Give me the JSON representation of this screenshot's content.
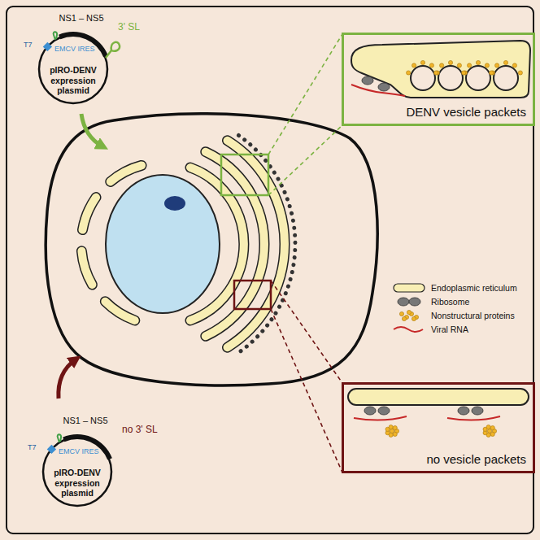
{
  "diagram": {
    "nodes": [
      {
        "text": [
          "NS1 – NS5",
          "3' SL",
          "EMCV IRES",
          "T7",
          "pIRO-DENV expression plasmid"
        ]
      },
      {
        "text": [
          "DENV vesicle packets"
        ]
      },
      {
        "text": [
          "no vesicle packets"
        ]
      },
      {
        "text": [
          "NS1 – NS5",
          "no 3' SL",
          "EMCV IRES",
          "T7",
          "pIRO-DENV expression plasmid"
        ]
      }
    ],
    "legend": [
      {
        "text": "Endoplasmic reticulum"
      },
      {
        "text": "Ribosome"
      },
      {
        "text": "Nonstructural proteins"
      },
      {
        "text": "Viral RNA"
      }
    ]
  }
}
